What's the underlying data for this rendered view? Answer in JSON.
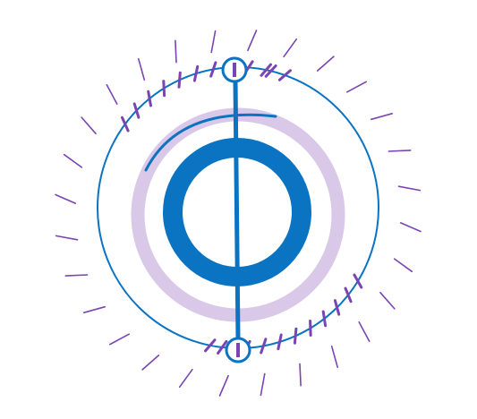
{
  "colors": {
    "background": "#ffffff",
    "primary_blue": "#0A73C2",
    "accent_purple": "#7B44B2",
    "lavender": "#D9C8E8"
  },
  "illustration": {
    "icon": "stylized-orbit-icon",
    "elements": [
      "outer-radial-dashes",
      "orbit-ring",
      "orbit-ticks",
      "lavender-halo",
      "inner-arc-highlight",
      "thick-core-ring",
      "vertical-axis",
      "top-node",
      "bottom-node"
    ]
  }
}
